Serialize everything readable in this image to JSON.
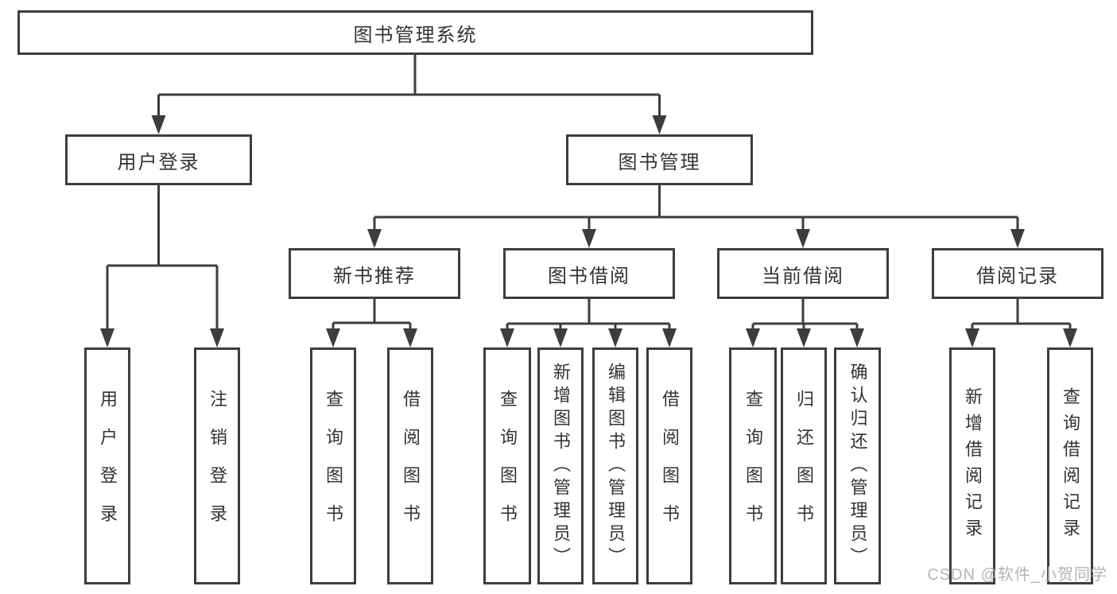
{
  "tree": {
    "root": {
      "label": "图书管理系统"
    },
    "level2": [
      {
        "id": "user-login",
        "label": "用户登录",
        "parent": "图书管理系统"
      },
      {
        "id": "book-management",
        "label": "图书管理",
        "parent": "图书管理系统"
      }
    ],
    "level3": [
      {
        "id": "new-book-recommend",
        "label": "新书推荐",
        "parent": "图书管理"
      },
      {
        "id": "book-borrow",
        "label": "图书借阅",
        "parent": "图书管理"
      },
      {
        "id": "current-borrow",
        "label": "当前借阅",
        "parent": "图书管理"
      },
      {
        "id": "borrow-records",
        "label": "借阅记录",
        "parent": "图书管理"
      }
    ],
    "leaves": [
      {
        "label": "用户登录",
        "parent": "用户登录"
      },
      {
        "label": "注销登录",
        "parent": "用户登录"
      },
      {
        "label": "查询图书",
        "parent": "新书推荐"
      },
      {
        "label": "借阅图书",
        "parent": "新书推荐"
      },
      {
        "label": "查询图书",
        "parent": "图书借阅"
      },
      {
        "label": "新增图书（管理员）",
        "parent": "图书借阅"
      },
      {
        "label": "编辑图书（管理员）",
        "parent": "图书借阅"
      },
      {
        "label": "借阅图书",
        "parent": "图书借阅"
      },
      {
        "label": "查询图书",
        "parent": "当前借阅"
      },
      {
        "label": "归还图书",
        "parent": "当前借阅"
      },
      {
        "label": "确认归还（管理员）",
        "parent": "当前借阅"
      },
      {
        "label": "新增借阅记录",
        "parent": "借阅记录"
      },
      {
        "label": "查询借阅记录",
        "parent": "借阅记录"
      }
    ]
  },
  "watermark": {
    "text": "CSDN @软件_小贺同学"
  },
  "colors": {
    "line": "#3d3d3d",
    "text": "#333333",
    "box_background": "#ffffff",
    "watermark": "#b4b4b4"
  }
}
